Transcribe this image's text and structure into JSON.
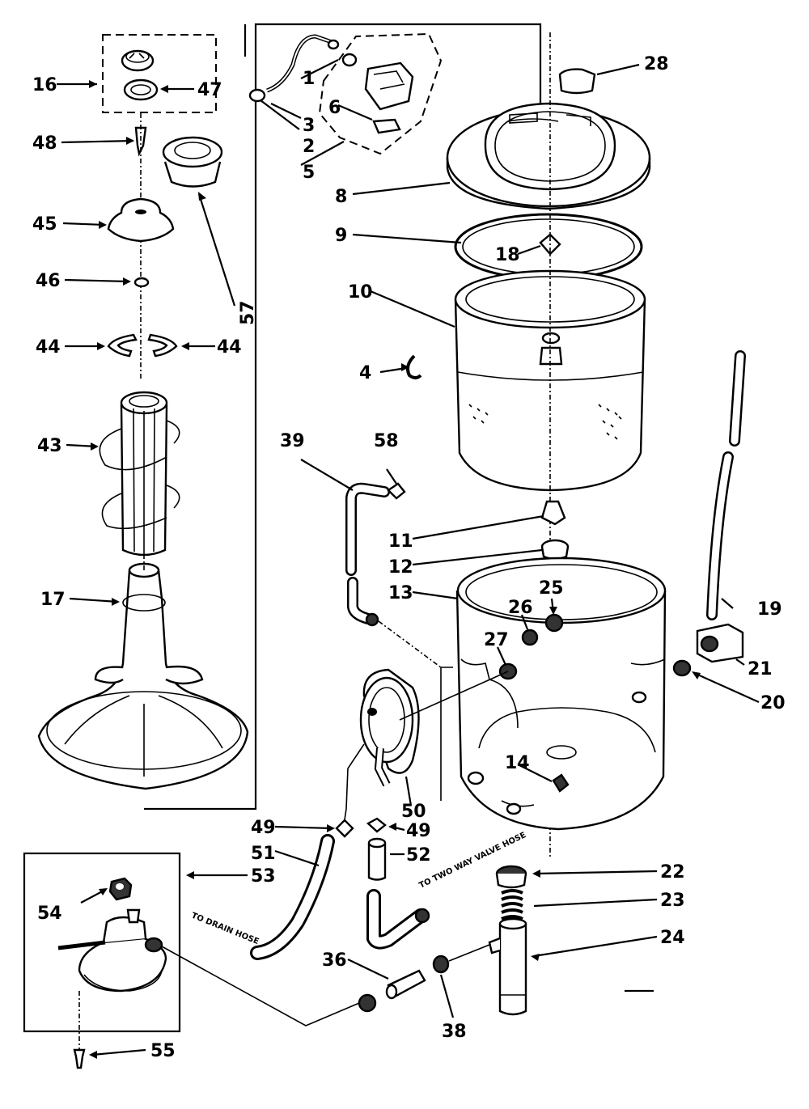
{
  "labels": {
    "l1": "1",
    "l2": "2",
    "l3": "3",
    "l4": "4",
    "l5": "5",
    "l6": "6",
    "l8": "8",
    "l9": "9",
    "l10": "10",
    "l11": "11",
    "l12": "12",
    "l13": "13",
    "l14": "14",
    "l16": "16",
    "l17": "17",
    "l18": "18",
    "l19": "19",
    "l20": "20",
    "l21": "21",
    "l22": "22",
    "l23": "23",
    "l24": "24",
    "l25": "25",
    "l26": "26",
    "l27": "27",
    "l28": "28",
    "l36": "36",
    "l38": "38",
    "l39": "39",
    "l43": "43",
    "l44a": "44",
    "l44b": "44",
    "l45": "45",
    "l46": "46",
    "l47": "47",
    "l48": "48",
    "l49a": "49",
    "l49b": "49",
    "l50": "50",
    "l51": "51",
    "l52": "52",
    "l53": "53",
    "l54": "54",
    "l55": "55",
    "l57": "57",
    "l58": "58"
  },
  "notes": {
    "drain_hose": "TO DRAIN HOSE",
    "two_way_valve": "TO TWO WAY VALVE HOSE"
  }
}
